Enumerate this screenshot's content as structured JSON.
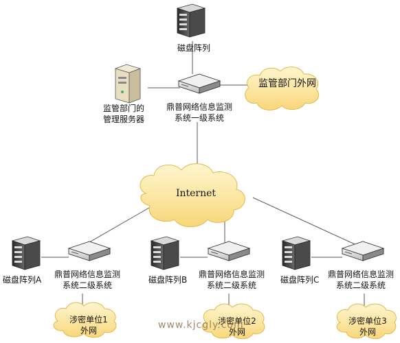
{
  "top": {
    "disk_array": "磁盘阵列",
    "system_line1": "鼎普网络信息监测",
    "system_line2": "系统一级系统",
    "server_line1": "监管部门的",
    "server_line2": "管理服务器",
    "external_net": "监管部门外网"
  },
  "internet": "Internet",
  "branches": [
    {
      "disk_array": "磁盘阵列A",
      "system_line1": "鼎普网络信息监测",
      "system_line2": "系统二级系统",
      "unit_line1": "涉密单位1",
      "unit_line2": "外网"
    },
    {
      "disk_array": "磁盘阵列B",
      "system_line1": "鼎普网络信息监测",
      "system_line2": "系统二级系统",
      "unit_line1": "涉密单位2",
      "unit_line2": "外网"
    },
    {
      "disk_array": "磁盘阵列C",
      "system_line1": "鼎普网络信息监测",
      "system_line2": "系统二级系统",
      "unit_line1": "涉密单位3",
      "unit_line2": "外网"
    }
  ],
  "watermark": "www.kjcgly.com",
  "colors": {
    "cloud_fill": "#fde9a6",
    "cloud_stroke": "#e0b84a",
    "line": "#555555"
  }
}
